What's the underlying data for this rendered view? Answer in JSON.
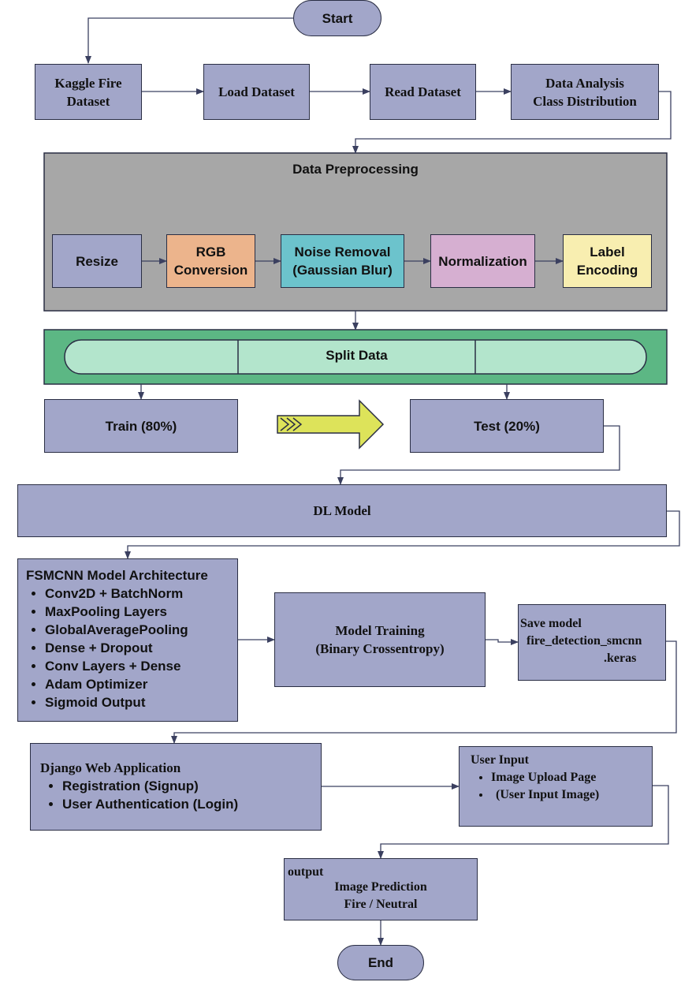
{
  "nodes": {
    "start": "Start",
    "kaggle": [
      "Kaggle Fire",
      "Dataset"
    ],
    "load": "Load Dataset",
    "read": "Read Dataset",
    "analysis": [
      "Data Analysis",
      "Class Distribution"
    ],
    "preprocessing": {
      "title": "Data Preprocessing",
      "steps": [
        [
          "Resize"
        ],
        [
          "RGB",
          "Conversion"
        ],
        [
          "Noise Removal",
          "(Gaussian Blur)"
        ],
        [
          "Normalization"
        ],
        [
          "Label",
          "Encoding"
        ]
      ]
    },
    "split": "Split Data",
    "train": "Train (80%)",
    "test": "Test (20%)",
    "dl_model": "DL Model",
    "architecture": {
      "title": "FSMCNN Model Architecture",
      "items": [
        "Conv2D + BatchNorm",
        "MaxPooling Layers",
        "GlobalAveragePooling",
        "Dense + Dropout",
        "Conv Layers + Dense",
        "Adam Optimizer",
        "Sigmoid Output"
      ]
    },
    "training": [
      "Model Training",
      "(Binary Crossentropy)"
    ],
    "save": [
      "Save model",
      "fire_detection_smcnn",
      ".keras"
    ],
    "django": {
      "title": "Django Web Application",
      "items": [
        "Registration (Signup)",
        "User Authentication (Login)"
      ]
    },
    "user_input": {
      "title": "User Input",
      "items": [
        "Image Upload Page",
        "(User Input Image)"
      ]
    },
    "output": {
      "label": "output",
      "lines": [
        "Image Prediction",
        "Fire / Neutral"
      ]
    },
    "end": "End"
  },
  "colors": {
    "box_fill": "#a2a6c9",
    "stroke": "#2a2e44",
    "preprocessing_panel": "#a7a7a7",
    "rgb_step": "#ecb48c",
    "noise_step": "#6cc3cc",
    "normalization_step": "#d6afd1",
    "label_step": "#f8eeb0",
    "split_band": "#5cb784",
    "split_bar": "#b3e5cc",
    "arrow_fill": "#dde35a"
  }
}
